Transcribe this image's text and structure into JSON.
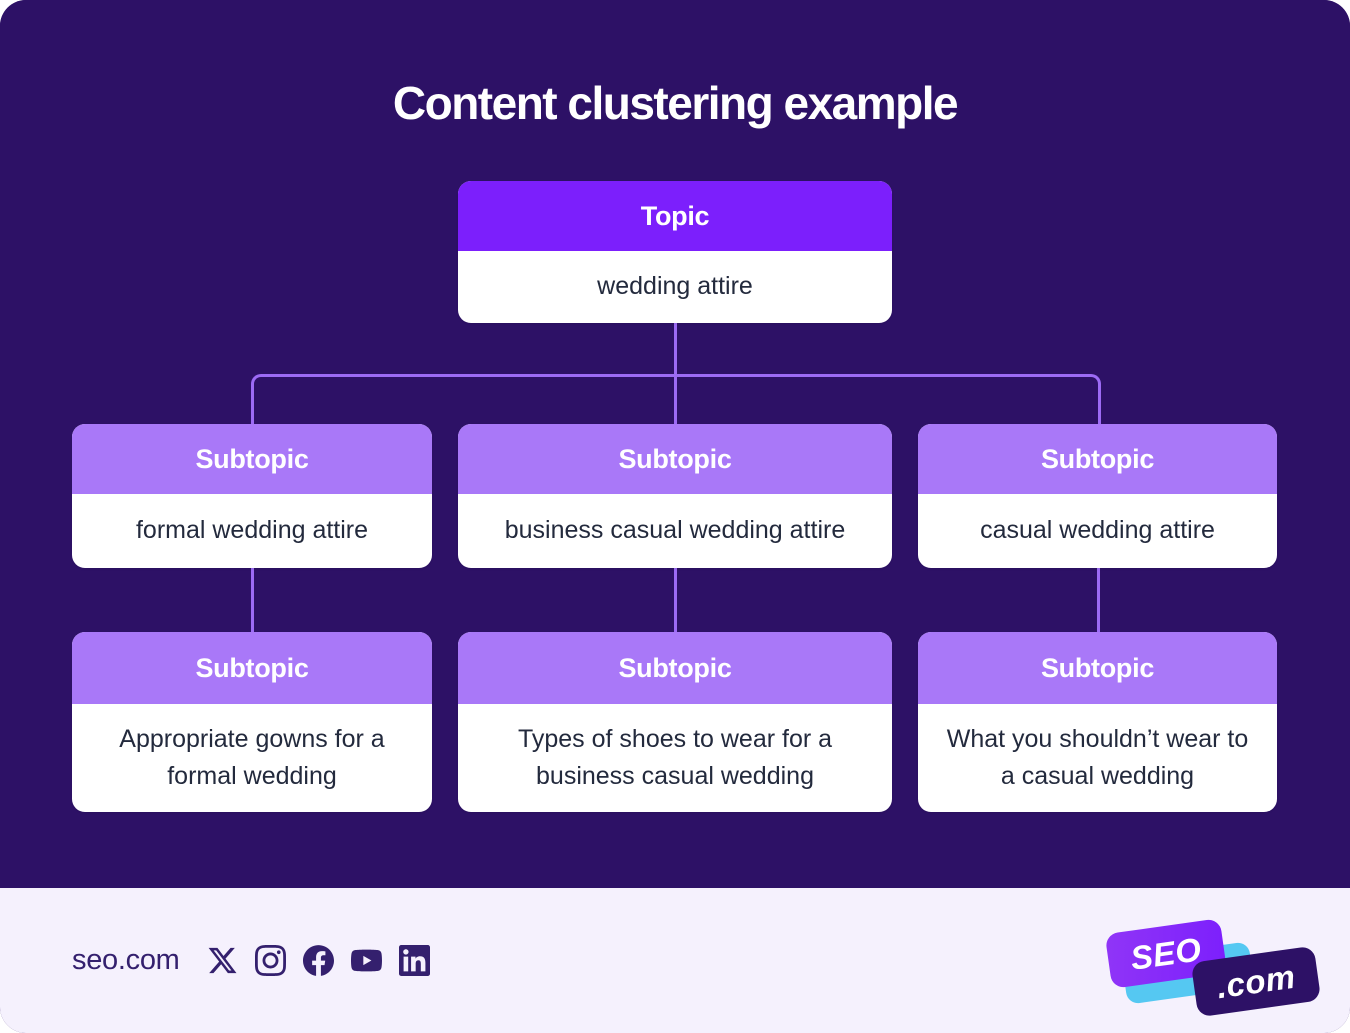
{
  "title": "Content clustering example",
  "diagram": {
    "topic": {
      "header": "Topic",
      "value": "wedding attire"
    },
    "row1": [
      {
        "header": "Subtopic",
        "value": "formal wedding attire"
      },
      {
        "header": "Subtopic",
        "value": "business casual wedding attire"
      },
      {
        "header": "Subtopic",
        "value": "casual wedding attire"
      }
    ],
    "row2": [
      {
        "header": "Subtopic",
        "value": "Appropriate gowns for a formal wedding"
      },
      {
        "header": "Subtopic",
        "value": "Types of shoes to wear for a business casual wedding"
      },
      {
        "header": "Subtopic",
        "value": "What you shouldn’t wear to a casual wedding"
      }
    ]
  },
  "footer": {
    "site_label": "seo.com",
    "social_icons": [
      "x-icon",
      "instagram-icon",
      "facebook-icon",
      "youtube-icon",
      "linkedin-icon"
    ],
    "logo_seo": "SEO",
    "logo_com": ".com"
  },
  "colors": {
    "background_dark": "#2d1166",
    "topic_header": "#7c1ffc",
    "subtopic_header": "#a978f8",
    "connector": "#9d6bf5",
    "body_text": "#232a3d",
    "footer_background": "#f5f1fd",
    "footer_ink": "#34206e",
    "logo_cyan": "#55c8f2"
  }
}
